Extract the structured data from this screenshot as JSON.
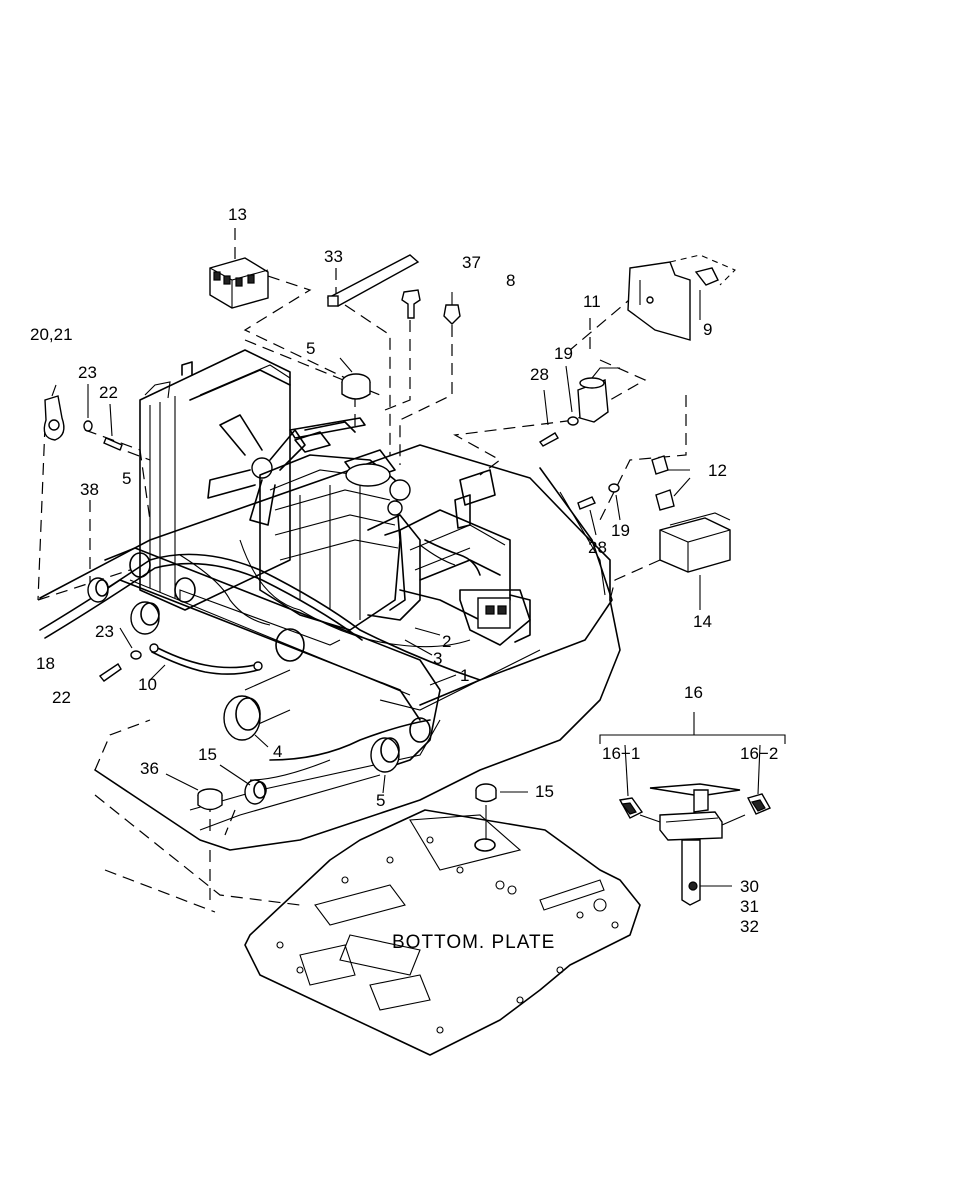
{
  "labels": [
    {
      "id": "13",
      "text": "13"
    },
    {
      "id": "33",
      "text": "33"
    },
    {
      "id": "37",
      "text": "37"
    },
    {
      "id": "8",
      "text": "8"
    },
    {
      "id": "11",
      "text": "11"
    },
    {
      "id": "9",
      "text": "9"
    },
    {
      "id": "20-21",
      "text": "20,21"
    },
    {
      "id": "23-a",
      "text": "23"
    },
    {
      "id": "22-a",
      "text": "22"
    },
    {
      "id": "5-a",
      "text": "5"
    },
    {
      "id": "19-a",
      "text": "19"
    },
    {
      "id": "28-a",
      "text": "28"
    },
    {
      "id": "38",
      "text": "38"
    },
    {
      "id": "5-b",
      "text": "5"
    },
    {
      "id": "12",
      "text": "12"
    },
    {
      "id": "19-b",
      "text": "19"
    },
    {
      "id": "28-b",
      "text": "28"
    },
    {
      "id": "14",
      "text": "14"
    },
    {
      "id": "2",
      "text": "2"
    },
    {
      "id": "3",
      "text": "3"
    },
    {
      "id": "18",
      "text": "18"
    },
    {
      "id": "23-b",
      "text": "23"
    },
    {
      "id": "10",
      "text": "10"
    },
    {
      "id": "22-b",
      "text": "22"
    },
    {
      "id": "1",
      "text": "1"
    },
    {
      "id": "4",
      "text": "4"
    },
    {
      "id": "16",
      "text": "16"
    },
    {
      "id": "16-1",
      "text": "16−1"
    },
    {
      "id": "16-2",
      "text": "16−2"
    },
    {
      "id": "36",
      "text": "36"
    },
    {
      "id": "15-a",
      "text": "15"
    },
    {
      "id": "5-c",
      "text": "5"
    },
    {
      "id": "15-b",
      "text": "15"
    },
    {
      "id": "30",
      "text": "30"
    },
    {
      "id": "31",
      "text": "31"
    },
    {
      "id": "32",
      "text": "32"
    }
  ],
  "plate_label": "BOTTOM. PLATE"
}
